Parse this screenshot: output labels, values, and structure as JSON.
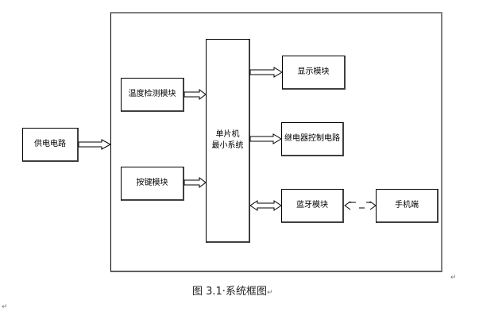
{
  "diagram": {
    "title": "系统框图",
    "modules": {
      "power": "供电电路",
      "temperature": "温度检测模块",
      "keys": "按键模块",
      "mcu_line1": "单片机",
      "mcu_line2": "最小系统",
      "display": "显示模块",
      "relay": "继电器控制电路",
      "bluetooth": "蓝牙模块",
      "phone": "手机端"
    },
    "connections": [
      {
        "from": "供电电路",
        "to": "system",
        "type": "hollow-arrow"
      },
      {
        "from": "温度检测模块",
        "to": "单片机最小系统",
        "type": "hollow-arrow"
      },
      {
        "from": "按键模块",
        "to": "单片机最小系统",
        "type": "hollow-arrow"
      },
      {
        "from": "单片机最小系统",
        "to": "显示模块",
        "type": "hollow-arrow"
      },
      {
        "from": "单片机最小系统",
        "to": "继电器控制电路",
        "type": "hollow-arrow"
      },
      {
        "from": "单片机最小系统",
        "to": "蓝牙模块",
        "type": "bidirectional-hollow-arrow"
      },
      {
        "from": "蓝牙模块",
        "to": "手机端",
        "type": "dashed-bidirectional"
      }
    ]
  },
  "caption": {
    "text": "图 3.1·系统框图",
    "mark": "↵"
  },
  "paragraph_marks": [
    "↵",
    "↵"
  ]
}
